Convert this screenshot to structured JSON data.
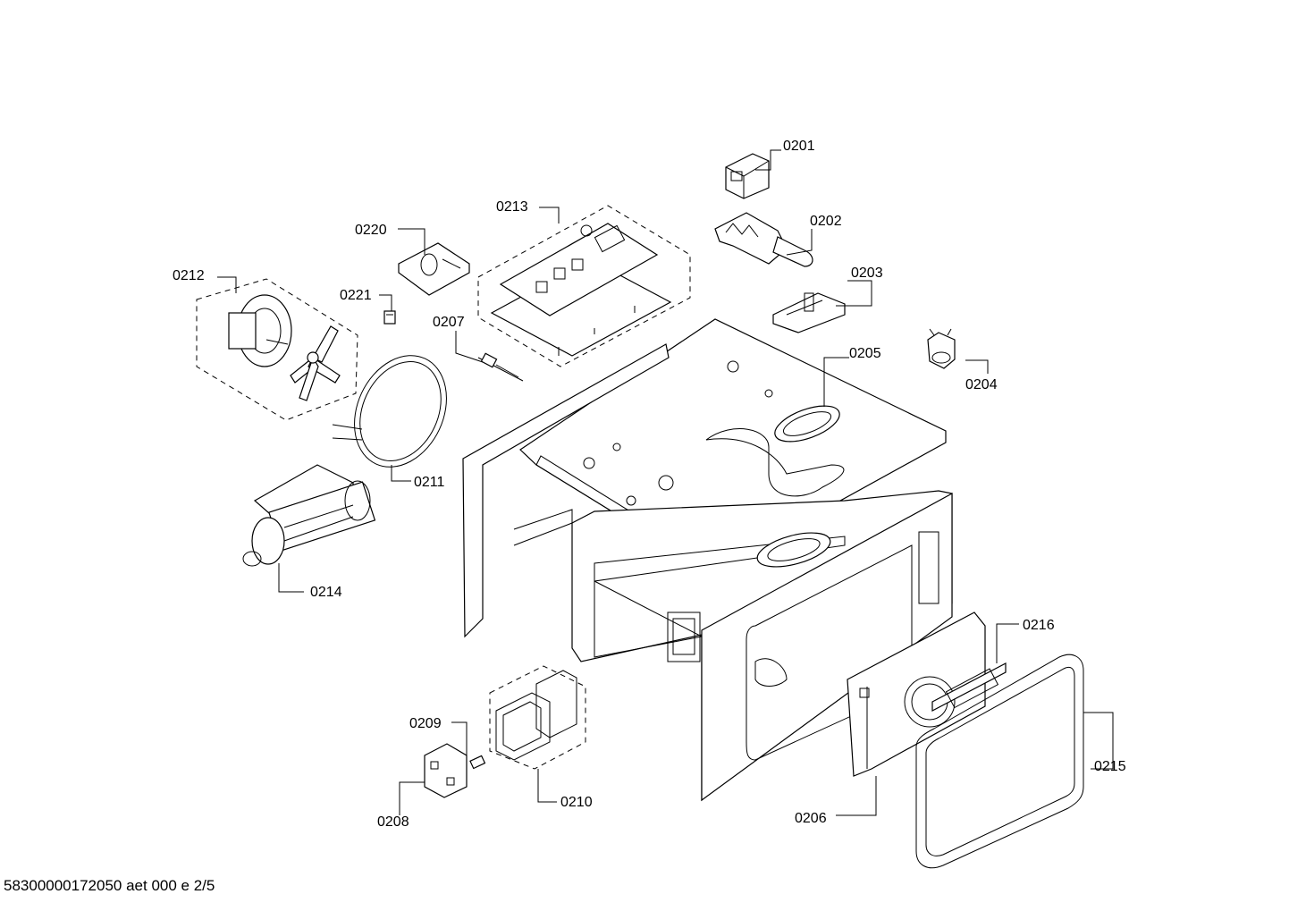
{
  "footer": {
    "document_code": "58300000172050 aet 000 e 2/5"
  },
  "parts": {
    "p0201": "0201",
    "p0202": "0202",
    "p0203": "0203",
    "p0204": "0204",
    "p0205": "0205",
    "p0206": "0206",
    "p0207": "0207",
    "p0208": "0208",
    "p0209": "0209",
    "p0210": "0210",
    "p0211": "0211",
    "p0212": "0212",
    "p0213": "0213",
    "p0214": "0214",
    "p0215": "0215",
    "p0216": "0216",
    "p0220": "0220",
    "p0221": "0221"
  }
}
